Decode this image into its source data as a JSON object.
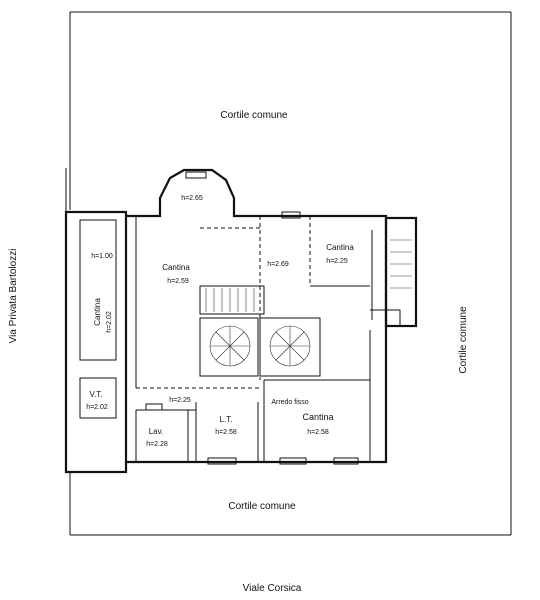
{
  "courtyard_top": "Cortile comune",
  "courtyard_right": "Cortile comune",
  "courtyard_bottom": "Cortile comune",
  "street_left": "Via Privata Bartolozzi",
  "street_bottom": "Viale Corsica",
  "bay_height": "h=2.65",
  "cantina_main": {
    "name": "Cantina",
    "height": "h=2.59"
  },
  "corridor_height": "h=2.69",
  "cantina_ne": {
    "name": "Cantina",
    "height": "h=2.25"
  },
  "shaft_height": "h=1.00",
  "cantina_west": {
    "name": "Cantina",
    "height": "h=2.02"
  },
  "vt": {
    "name": "V.T.",
    "height": "h=2.02"
  },
  "passage_height": "h=2.25",
  "lav": {
    "name": "Lav.",
    "height": "h=2.28"
  },
  "lt": {
    "name": "L.T.",
    "height": "h=2.58"
  },
  "arredo": "Arredo fisso",
  "cantina_se": {
    "name": "Cantina",
    "height": "h=2.58"
  }
}
